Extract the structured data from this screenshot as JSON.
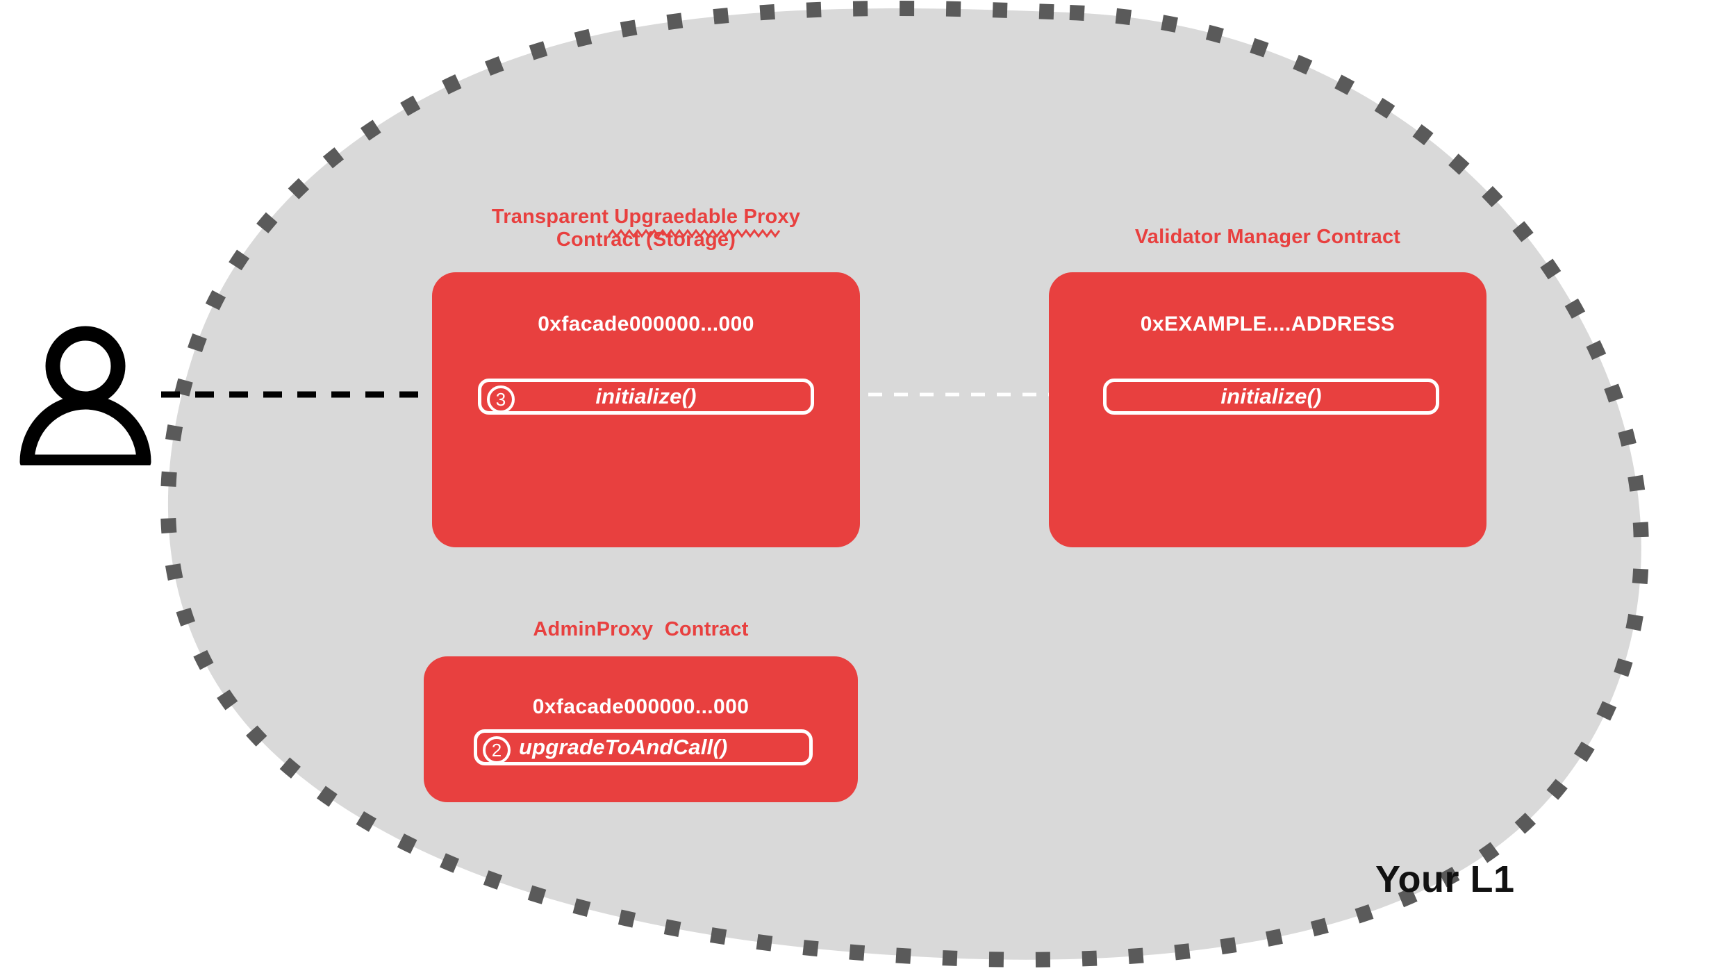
{
  "diagram": {
    "environment_label": "Your L1",
    "actor": {
      "icon": "user-person-icon"
    },
    "colors": {
      "contract_red": "#e8403f",
      "blob_fill": "#d9d9d9",
      "blob_dash": "#5a5a5a",
      "text_white": "#ffffff",
      "text_black": "#111111"
    },
    "contracts": [
      {
        "id": "transparent-upgradeable-proxy",
        "title": "Transparent Upgraedable Proxy\nContract (Storage)",
        "title_misspelled_word": "Upgraedable",
        "address": "0xfacade000000...000",
        "methods": [
          {
            "step": "3",
            "name": "initialize()"
          }
        ]
      },
      {
        "id": "validator-manager",
        "title": "Validator Manager Contract",
        "address": "0xEXAMPLE....ADDRESS",
        "methods": [
          {
            "step": "",
            "name": "initialize()"
          }
        ]
      },
      {
        "id": "admin-proxy",
        "title": "AdminProxy  Contract",
        "address": "0xfacade000000...000",
        "methods": [
          {
            "step": "2",
            "name": "upgradeToAndCall()"
          }
        ]
      }
    ],
    "connections": [
      {
        "id": "user-to-proxy",
        "style": "dashed-black",
        "from": "actor",
        "to": "transparent-upgradeable-proxy.initialize"
      },
      {
        "id": "proxy-to-validator-manager",
        "style": "dashed-white",
        "from": "transparent-upgradeable-proxy.initialize",
        "to": "validator-manager.initialize"
      }
    ]
  }
}
